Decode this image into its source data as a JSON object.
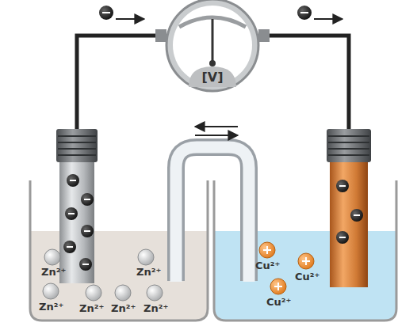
{
  "diagram": {
    "nodes": [
      {
        "text": [
          "[V]"
        ]
      }
    ],
    "labels": [
      "Zn²⁺",
      "Zn²⁺",
      "Zn²⁺",
      "Zn²⁺",
      "Zn²⁺",
      "Zn²⁺",
      "Cu²⁺",
      "Cu²⁺",
      "Cu²⁺"
    ]
  }
}
